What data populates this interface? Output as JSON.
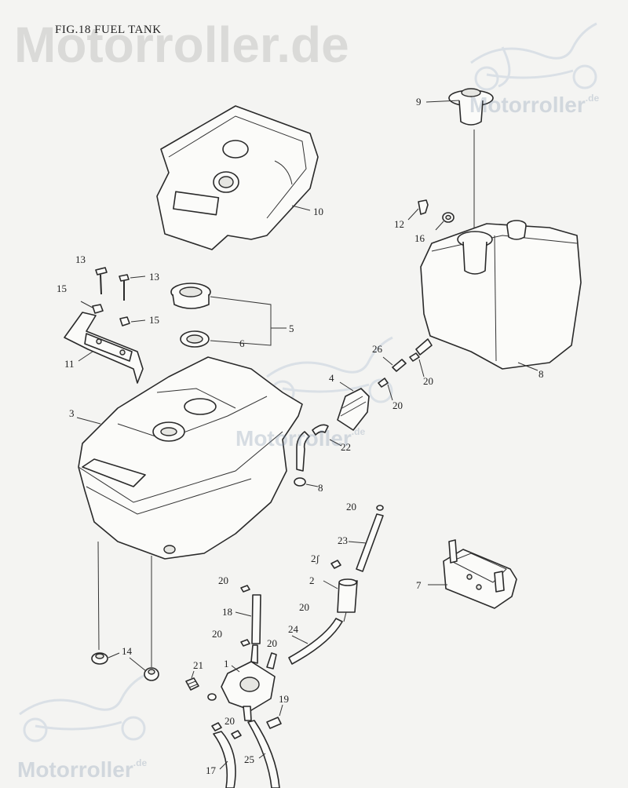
{
  "title": "FIG.18   FUEL TANK",
  "watermarks": {
    "main": "Motorroller.de",
    "small": "Motorroller",
    "suffix": ".de"
  },
  "callouts": {
    "c1": "1",
    "c2": "2",
    "c3": "3",
    "c4": "4",
    "c5": "5",
    "c6": "6",
    "c7": "7",
    "c8a": "8",
    "c8b": "8",
    "c9": "9",
    "c10": "10",
    "c11": "11",
    "c12": "12",
    "c13a": "13",
    "c13b": "13",
    "c14": "14",
    "c15a": "15",
    "c15b": "15",
    "c16": "16",
    "c17": "17",
    "c18": "18",
    "c19": "19",
    "c20a": "20",
    "c20b": "20",
    "c20c": "20",
    "c20d": "20",
    "c20e": "20",
    "c20f": "20",
    "c20g": "20",
    "c20h": "2ʃ",
    "c20i": "20",
    "c21": "21",
    "c22": "22",
    "c23": "23",
    "c24": "24",
    "c25": "25",
    "c26": "26"
  }
}
